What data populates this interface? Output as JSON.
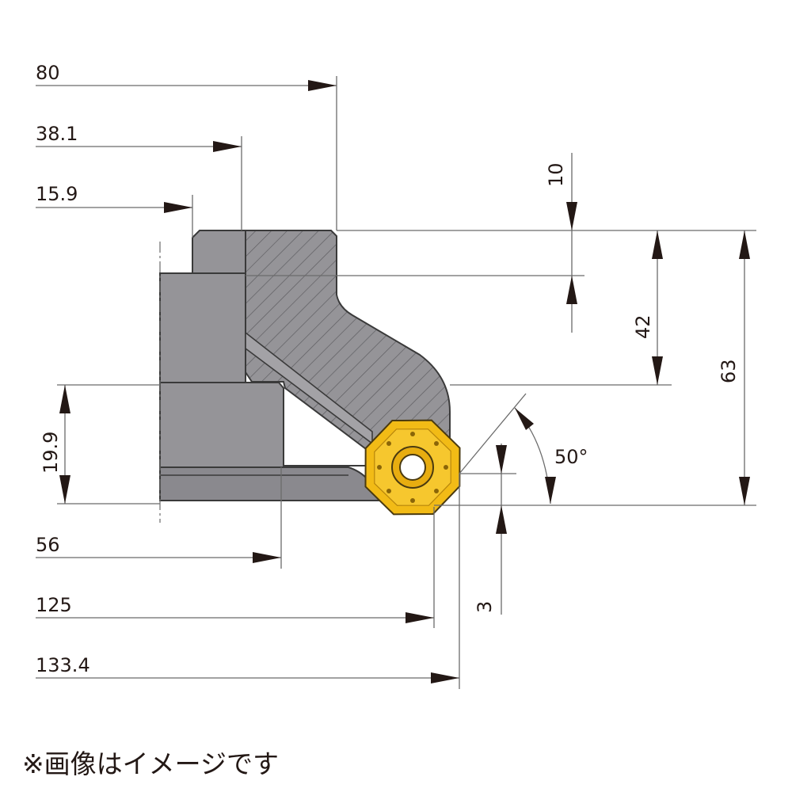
{
  "dimensions": {
    "d80": "80",
    "d38_1": "38.1",
    "d15_9": "15.9",
    "d10": "10",
    "d42": "42",
    "d63": "63",
    "d19_9": "19.9",
    "angle": "50°",
    "d56": "56",
    "d3": "3",
    "d125": "125",
    "d133_4": "133.4"
  },
  "note": "※画像はイメージです",
  "colors": {
    "body_gray": "#959498",
    "body_dark": "#808085",
    "outline": "#3a3a3a",
    "hatch": "#5e5e62",
    "insert_yellow": "#f2bb16",
    "insert_outline": "#4a3a10",
    "line": "#6b6b6b",
    "text": "#231815"
  },
  "icons": [
    "indexable-insert-icon"
  ]
}
